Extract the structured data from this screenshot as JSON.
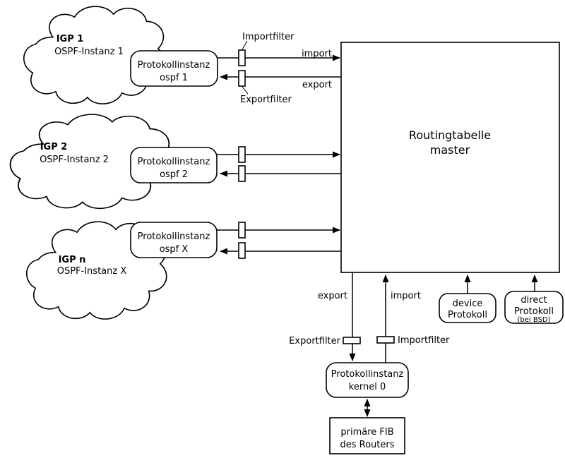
{
  "diagram": {
    "clouds": [
      {
        "igp": "IGP 1",
        "instance": "OSPF-Instanz 1"
      },
      {
        "igp": "IGP 2",
        "instance": "OSPF-Instanz 2"
      },
      {
        "igp": "IGP n",
        "instance": "OSPF-Instanz X"
      }
    ],
    "protocol_boxes": [
      {
        "line1": "Protokollinstanz",
        "line2": "ospf 1"
      },
      {
        "line1": "Protokollinstanz",
        "line2": "ospf 2"
      },
      {
        "line1": "Protokollinstanz",
        "line2": "ospf X"
      }
    ],
    "routing_table": {
      "line1": "Routingtabelle",
      "line2": "master"
    },
    "kernel_box": {
      "line1": "Protokollinstanz",
      "line2": "kernel 0"
    },
    "fib_box": {
      "line1": "primäre FIB",
      "line2": "des Routers"
    },
    "device_box": {
      "line1": "device",
      "line2": "Protokoll"
    },
    "direct_box": {
      "line1": "direct",
      "line2": "Protokoll",
      "line3": "(bei BSD)"
    },
    "labels": {
      "importfilter_top": "Importfilter",
      "exportfilter_top": "Exportfilter",
      "import_top": "import",
      "export_top": "export",
      "export_bottom": "export",
      "import_bottom": "import",
      "exportfilter_bottom": "Exportfilter",
      "importfilter_bottom": "Importfilter"
    },
    "colors": {
      "stroke": "#000000",
      "background": "#ffffff"
    }
  }
}
